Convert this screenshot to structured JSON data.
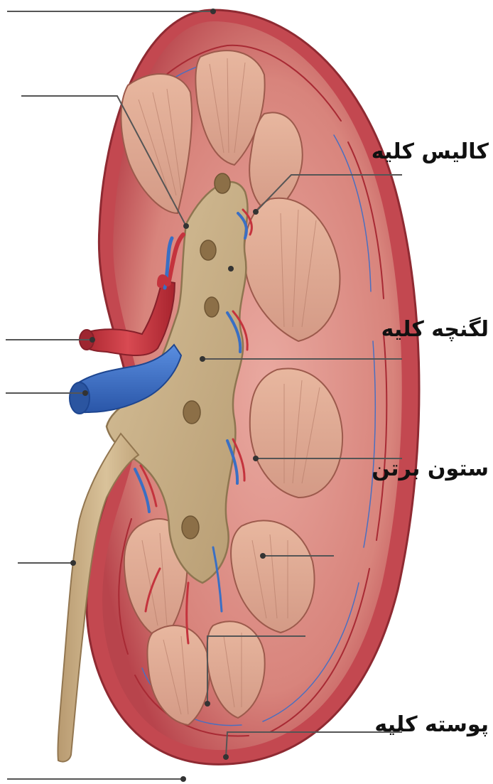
{
  "labels": {
    "calyx": "کالیس کلیه",
    "pelvis": "لگنچه کلیه",
    "renal_column": "ستون برتن",
    "cortex": "پوسته کلیه"
  },
  "colors": {
    "capsule": "#c94a52",
    "cortex": "#d98880",
    "medulla": "#e6b49e",
    "pelvis": "#c8b088",
    "artery": "#c4333d",
    "vein": "#3a6fc4",
    "ureter": "#cfb48c",
    "leader_line": "#555555",
    "background": "#ffffff"
  }
}
